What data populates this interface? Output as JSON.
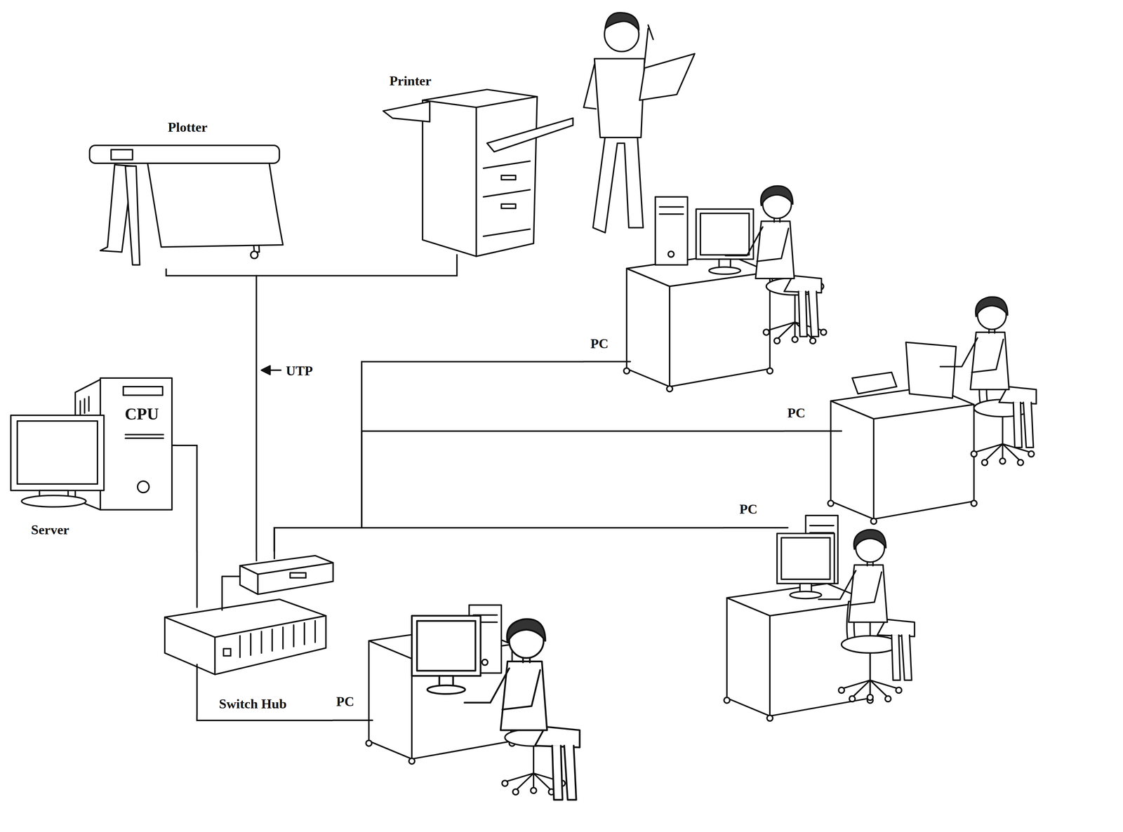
{
  "diagram": {
    "nodes": [
      {
        "text": [
          "Printer"
        ]
      },
      {
        "text": [
          "Plotter"
        ]
      },
      {
        "text": [
          "PC"
        ]
      },
      {
        "text": [
          "PC"
        ]
      },
      {
        "text": [
          "Server"
        ]
      },
      {
        "text": [
          "PC"
        ]
      },
      {
        "text": [
          "Switch Hub"
        ]
      },
      {
        "text": [
          "PC"
        ]
      }
    ],
    "edges": [
      {
        "from": 1,
        "to": 6,
        "arrow": "none"
      },
      {
        "from": 0,
        "to": 6,
        "arrow": "none"
      },
      {
        "from": 4,
        "to": 6,
        "arrow": "none"
      },
      {
        "from": 6,
        "to": 2,
        "arrow": "none"
      },
      {
        "from": 6,
        "to": 3,
        "arrow": "none"
      },
      {
        "from": 6,
        "to": 5,
        "arrow": "none"
      },
      {
        "from": 6,
        "to": 7,
        "arrow": "none"
      }
    ],
    "labels": [
      "UTP",
      "CPU"
    ]
  }
}
